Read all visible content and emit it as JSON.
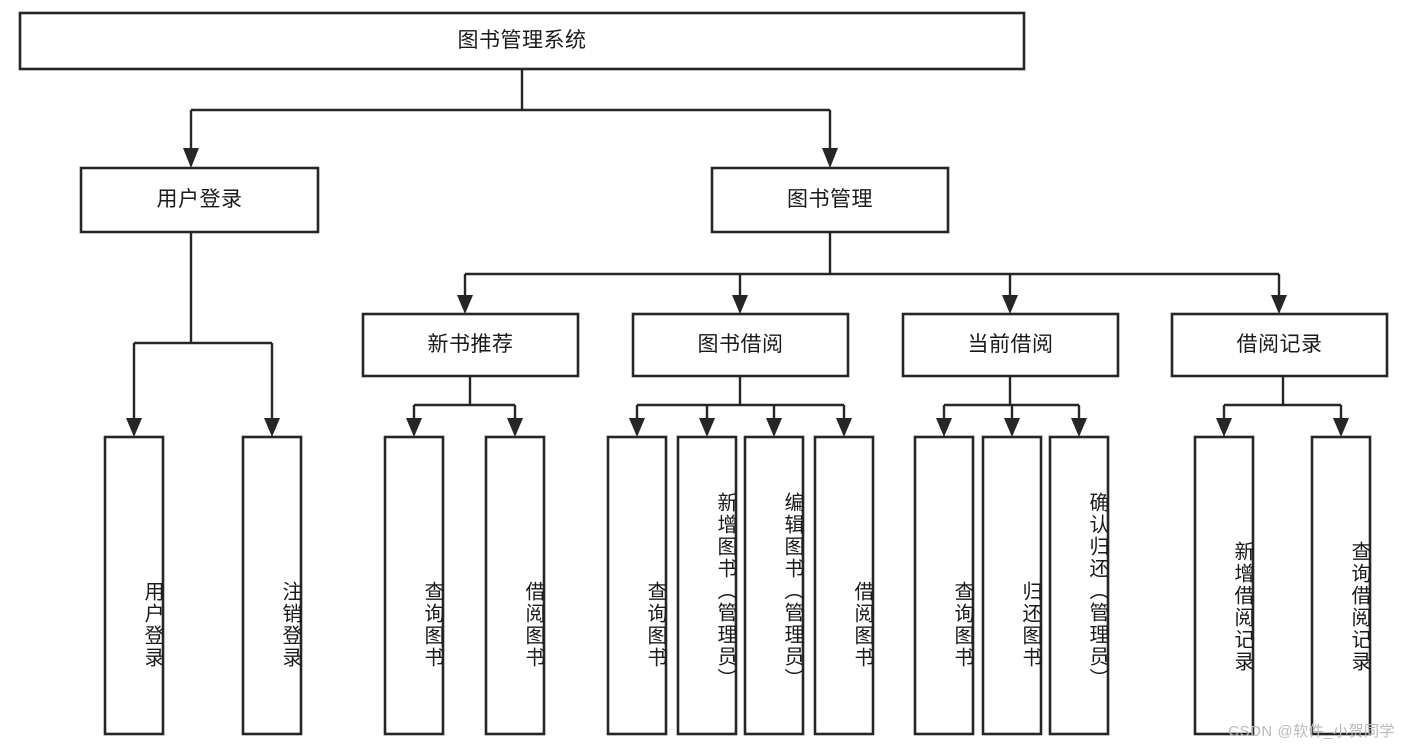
{
  "diagram": {
    "type": "hierarchy-tree",
    "title": "图书管理系统",
    "watermark": "CSDN @软件_小贺同学",
    "colors": {
      "box_fill": "#ffffff",
      "box_stroke": "#262626",
      "connector": "#262626",
      "text": "#1a1a1a",
      "watermark": "#b9b9b9",
      "background": "#ffffff"
    },
    "root": {
      "id": "root",
      "label": "图书管理系统",
      "orientation": "horizontal"
    },
    "level2": [
      {
        "id": "user-login",
        "label": "用户登录",
        "orientation": "horizontal"
      },
      {
        "id": "book-management",
        "label": "图书管理",
        "orientation": "horizontal"
      }
    ],
    "level3": [
      {
        "id": "new-book-recommend",
        "label": "新书推荐",
        "orientation": "horizontal",
        "parent": "book-management"
      },
      {
        "id": "book-borrow",
        "label": "图书借阅",
        "orientation": "horizontal",
        "parent": "book-management"
      },
      {
        "id": "current-borrow",
        "label": "当前借阅",
        "orientation": "horizontal",
        "parent": "book-management"
      },
      {
        "id": "borrow-record",
        "label": "借阅记录",
        "orientation": "horizontal",
        "parent": "book-management"
      }
    ],
    "leaves": {
      "user_login_children": [
        {
          "id": "leaf-user-login",
          "label": "用户登录",
          "orientation": "vertical"
        },
        {
          "id": "leaf-logout",
          "label": "注销登录",
          "orientation": "vertical"
        }
      ],
      "new_book_recommend_children": [
        {
          "id": "leaf-query-book-1",
          "label": "查询图书",
          "orientation": "vertical"
        },
        {
          "id": "leaf-borrow-book-1",
          "label": "借阅图书",
          "orientation": "vertical"
        }
      ],
      "book_borrow_children": [
        {
          "id": "leaf-query-book-2",
          "label": "查询图书",
          "orientation": "vertical"
        },
        {
          "id": "leaf-add-book",
          "label": "新增图书（管理员）",
          "orientation": "vertical"
        },
        {
          "id": "leaf-edit-book",
          "label": "编辑图书（管理员）",
          "orientation": "vertical"
        },
        {
          "id": "leaf-borrow-book-2",
          "label": "借阅图书",
          "orientation": "vertical"
        }
      ],
      "current_borrow_children": [
        {
          "id": "leaf-query-book-3",
          "label": "查询图书",
          "orientation": "vertical"
        },
        {
          "id": "leaf-return-book",
          "label": "归还图书",
          "orientation": "vertical"
        },
        {
          "id": "leaf-confirm-return",
          "label": "确认归还（管理员）",
          "orientation": "vertical"
        }
      ],
      "borrow_record_children": [
        {
          "id": "leaf-add-record",
          "label": "新增借阅记录",
          "orientation": "vertical"
        },
        {
          "id": "leaf-query-record",
          "label": "查询借阅记录",
          "orientation": "vertical"
        }
      ]
    }
  }
}
